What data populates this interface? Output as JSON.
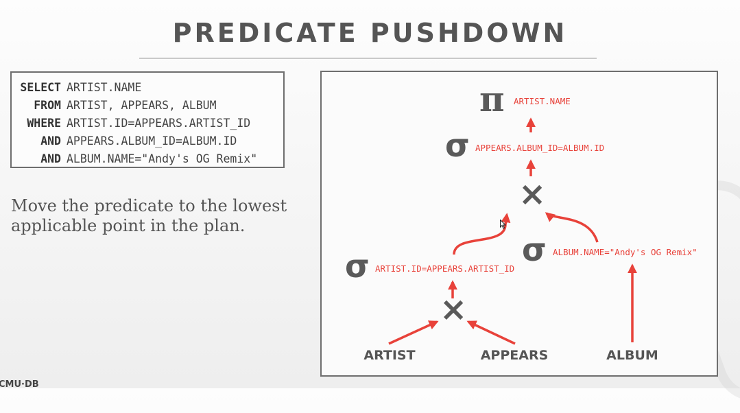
{
  "slide": {
    "title": "PREDICATE PUSHDOWN",
    "description_lines": [
      "Move the predicate to the lowest",
      "applicable point in the plan."
    ],
    "footer": "CMU·DB"
  },
  "sql": [
    {
      "keyword": "SELECT",
      "text": "ARTIST.NAME"
    },
    {
      "keyword": "FROM",
      "text": "ARTIST, APPEARS, ALBUM"
    },
    {
      "keyword": "WHERE",
      "text": "ARTIST.ID=APPEARS.ARTIST_ID"
    },
    {
      "keyword": "AND",
      "text": "APPEARS.ALBUM_ID=ALBUM.ID"
    },
    {
      "keyword": "AND",
      "text": "ALBUM.NAME=\"Andy's OG Remix\""
    }
  ],
  "diagram": {
    "projection": {
      "symbol": "π",
      "label": "ARTIST.NAME"
    },
    "top_selection": {
      "symbol": "σ",
      "label": "APPEARS.ALBUM_ID=ALBUM.ID"
    },
    "top_join": {
      "symbol": "×"
    },
    "left_selection": {
      "symbol": "σ",
      "label": "ARTIST.ID=APPEARS.ARTIST_ID"
    },
    "right_selection": {
      "symbol": "σ",
      "label": "ALBUM.NAME=\"Andy's OG Remix\""
    },
    "bottom_join": {
      "symbol": "×"
    },
    "tables": [
      "ARTIST",
      "APPEARS",
      "ALBUM"
    ]
  },
  "colors": {
    "accent": "#e8423a",
    "operator": "#5a5a5a",
    "text": "#444444"
  }
}
